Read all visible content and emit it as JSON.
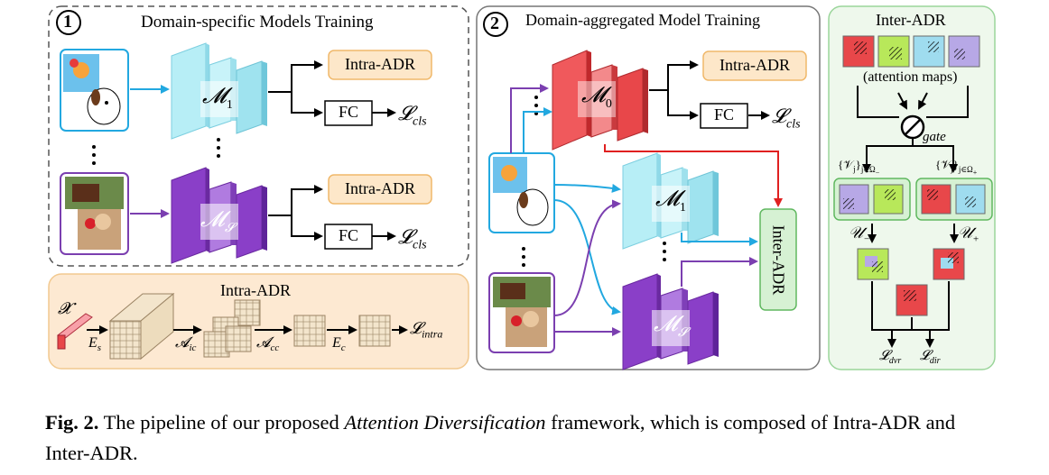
{
  "panel1": {
    "number": "1",
    "title": "Domain-specific Models Training",
    "intra_adr_top": "Intra-ADR",
    "intra_adr_bottom": "Intra-ADR",
    "fc_top": "FC",
    "fc_bottom": "FC",
    "model_top": "𝓜",
    "model_top_sub": "1",
    "model_bottom": "𝓜",
    "model_bottom_sub": "𝓢",
    "loss_top": "𝓛",
    "loss_top_sub": "cls",
    "loss_bottom": "𝓛",
    "loss_bottom_sub": "cls"
  },
  "intra_panel": {
    "title": "Intra-ADR",
    "x": "𝓧",
    "es": "E",
    "es_sub": "s",
    "aic": "𝓐",
    "aic_sub": "ic",
    "acc": "𝓐",
    "acc_sub": "cc",
    "ec": "E",
    "ec_sub": "c",
    "loss": "𝓛",
    "loss_sub": "intra"
  },
  "panel2": {
    "number": "2",
    "title": "Domain-aggregated Model Training",
    "intra_adr": "Intra-ADR",
    "fc": "FC",
    "model0": "𝓜",
    "model0_sub": "0",
    "model1": "𝓜",
    "model1_sub": "1",
    "models": "𝓜",
    "models_sub": "𝓢",
    "loss": "𝓛",
    "loss_sub": "cls",
    "inter_adr": "Inter-ADR"
  },
  "panel3": {
    "title": "Inter-ADR",
    "attention_maps": "(attention maps)",
    "gate": "gate",
    "v_minus": "{𝒱",
    "v_minus_sub": "j",
    "v_minus_set": "}",
    "v_minus_set_sub": "j∈Ω",
    "v_minus_sign": "−",
    "v_plus": "{𝒱",
    "v_plus_sub": "j",
    "v_plus_set": "}",
    "v_plus_set_sub": "j∈Ω",
    "v_plus_sign": "+",
    "u_minus": "𝒰",
    "u_minus_sub": "−",
    "u_plus": "𝒰",
    "u_plus_sub": "+",
    "l_dvr": "𝓛",
    "l_dvr_sub": "dvr",
    "l_dir": "𝓛",
    "l_dir_sub": "dir"
  },
  "caption": {
    "label": "Fig. 2.",
    "text_before": " The pipeline of our proposed ",
    "emph": "Attention Diversification",
    "text_after": " framework, which is composed of Intra-ADR and Inter-ADR."
  },
  "colors": {
    "cyan_model": "#9fe3ef",
    "purple_model": "#8a3fc8",
    "red_model": "#e8474a",
    "intra_fill": "#fde7c9",
    "intra_border": "#f0b86a",
    "inter_fill": "#d6f1d3",
    "inter_border": "#60b860",
    "blue_arrow": "#22a8e0",
    "purple_arrow": "#7b3fb0",
    "red_arrow": "#e02020"
  }
}
